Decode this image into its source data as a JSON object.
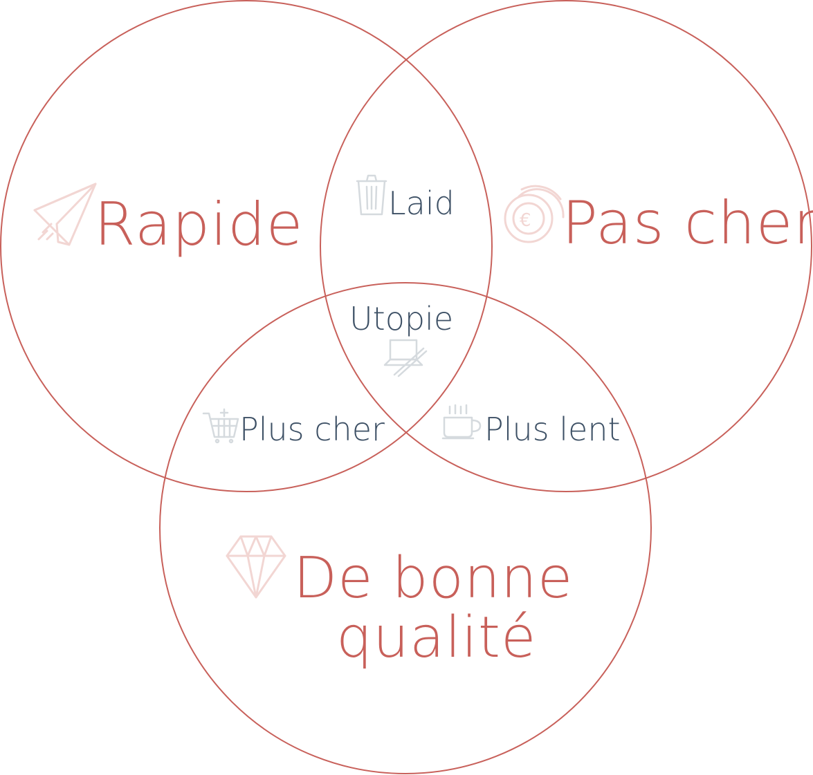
{
  "colors": {
    "circle_stroke": "#c8605a",
    "main_text": "#c8605a",
    "sub_text": "#3d5065",
    "icon_pink": "#f2d6d3",
    "icon_grey": "#d5dade"
  },
  "sets": [
    {
      "key": "rapide",
      "label": "Rapide",
      "icon": "paper-plane-icon"
    },
    {
      "key": "pas_cher",
      "label": "Pas cher",
      "icon": "euro-coins-icon"
    },
    {
      "key": "qualite",
      "label_lines": [
        "De bonne",
        "qualité"
      ],
      "icon": "diamond-icon"
    }
  ],
  "intersections": {
    "rapide_pas_cher": {
      "label": "Laid",
      "icon": "trash-can-icon"
    },
    "rapide_qualite": {
      "label": "Plus cher",
      "icon": "shopping-cart-icon"
    },
    "pas_cher_qualite": {
      "label": "Plus lent",
      "icon": "coffee-cup-icon"
    },
    "all": {
      "label": "Utopie",
      "icon": "laptop-pen-icon"
    }
  }
}
